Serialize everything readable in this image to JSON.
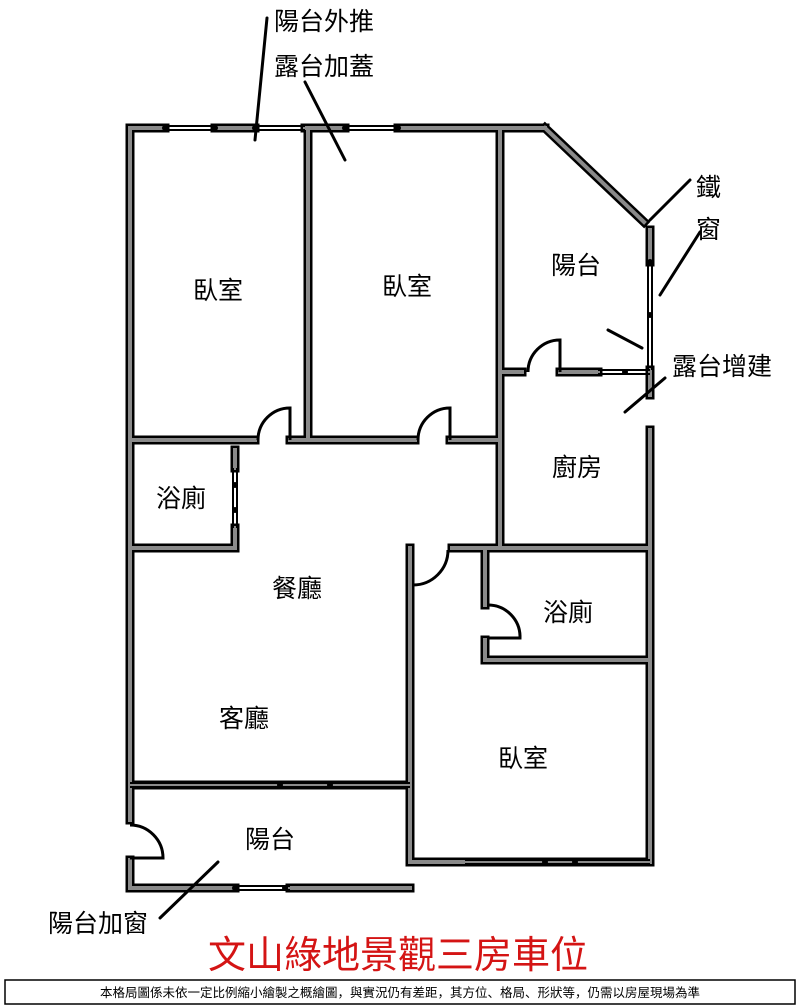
{
  "rooms": {
    "bedroom_tl": "臥室",
    "bedroom_tc": "臥室",
    "balcony_tr": "陽台",
    "bath_left": "浴廁",
    "kitchen": "廚房",
    "dining": "餐廳",
    "bath_right": "浴廁",
    "living": "客廳",
    "bedroom_br": "臥室",
    "balcony_bottom": "陽台"
  },
  "annotations": {
    "balcony_push": "陽台外推",
    "terrace_roof": "露台加蓋",
    "iron_window_1": "鐵",
    "iron_window_2": "窗",
    "terrace_addition": "露台增建",
    "balcony_window": "陽台加窗"
  },
  "title": "文山綠地景觀三房車位",
  "disclaimer": "本格局圖係未依一定比例縮小繪製之概繪圖，與實況仍有差距，其方位、格局、形狀等，仍需以房屋現場為準",
  "colors": {
    "wall": "#000000",
    "wall_fill": "#8a8a8a",
    "title": "#d41414"
  }
}
